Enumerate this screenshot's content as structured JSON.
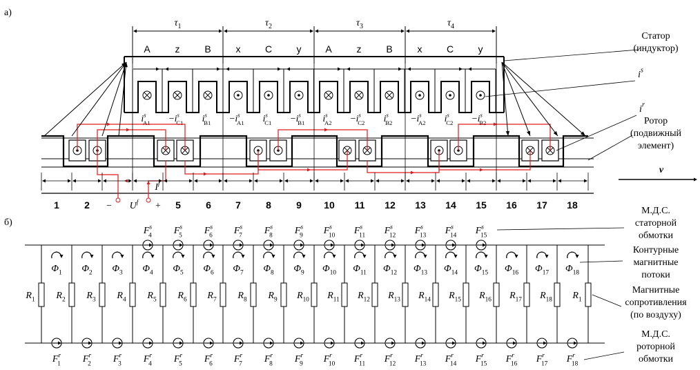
{
  "panel_labels": {
    "a": "а)",
    "b": "б)"
  },
  "pole_pitches": [
    "τ1",
    "τ2",
    "τ3",
    "τ4"
  ],
  "phase_labels": [
    "A",
    "z",
    "B",
    "x",
    "C",
    "y",
    "A",
    "z",
    "B",
    "x",
    "C",
    "y"
  ],
  "slot_symbols_stator": [
    "⊗",
    "⊗",
    "⊗",
    "⊙",
    "⊙",
    "⊙",
    "⊗",
    "⊗",
    "⊗",
    "⊙",
    "⊙",
    "⊙"
  ],
  "stator_currents": [
    {
      "sign": "",
      "letter": "i",
      "sup": "s",
      "sub": "A1"
    },
    {
      "sign": "−",
      "letter": "i",
      "sup": "s",
      "sub": "C1"
    },
    {
      "sign": "",
      "letter": "i",
      "sup": "s",
      "sub": "B1"
    },
    {
      "sign": "−",
      "letter": "i",
      "sup": "s",
      "sub": "A1"
    },
    {
      "sign": "",
      "letter": "i",
      "sup": "s",
      "sub": "C1"
    },
    {
      "sign": "−",
      "letter": "i",
      "sup": "s",
      "sub": "B1"
    },
    {
      "sign": "",
      "letter": "i",
      "sup": "s",
      "sub": "A2"
    },
    {
      "sign": "−",
      "letter": "i",
      "sup": "s",
      "sub": "C2"
    },
    {
      "sign": "",
      "letter": "i",
      "sup": "s",
      "sub": "B2"
    },
    {
      "sign": "−",
      "letter": "i",
      "sup": "s",
      "sub": "A2"
    },
    {
      "sign": "",
      "letter": "i",
      "sup": "s",
      "sub": "C2"
    },
    {
      "sign": "−",
      "letter": "i",
      "sup": "s",
      "sub": "B2"
    }
  ],
  "rotor_slot_symbols": [
    "⊙",
    "⊙",
    "⊗",
    "⊗",
    "⊙",
    "⊙",
    "⊗",
    "⊗",
    "⊙",
    "⊙",
    "⊗",
    "⊗"
  ],
  "zone_numbers": [
    "1",
    "2",
    "5",
    "6",
    "7",
    "8",
    "9",
    "10",
    "11",
    "12",
    "13",
    "14",
    "15",
    "16",
    "17",
    "18"
  ],
  "excitation": {
    "minus": "−",
    "plus": "+",
    "voltage": "U",
    "voltage_sup": "f",
    "current": "I",
    "current_sup": "f"
  },
  "velocity": "v",
  "labels_right": {
    "stator": [
      "Статор",
      "(индуктор)"
    ],
    "is": {
      "letter": "i",
      "sup": "s"
    },
    "ir": {
      "letter": "i",
      "sup": "r"
    },
    "rotor": [
      "Ротор",
      "(подвижный",
      "элемент)"
    ],
    "mmf_stator": [
      "М.Д.С.",
      "статорной",
      "обмотки"
    ],
    "loop_flux": [
      "Контурные",
      "магнитные",
      "потоки"
    ],
    "reluct": [
      "Магнитные",
      "сопротивления",
      "(по воздуху)"
    ],
    "mmf_rotor": [
      "М.Д.С.",
      "роторной",
      "обмотки"
    ]
  },
  "circuit": {
    "fs_sources": [
      {
        "letter": "F",
        "sup": "s",
        "sub": "4"
      },
      {
        "letter": "F",
        "sup": "s",
        "sub": "5"
      },
      {
        "letter": "F",
        "sup": "s",
        "sub": "6"
      },
      {
        "letter": "F",
        "sup": "s",
        "sub": "7"
      },
      {
        "letter": "F",
        "sup": "s",
        "sub": "8"
      },
      {
        "letter": "F",
        "sup": "s",
        "sub": "9"
      },
      {
        "letter": "F",
        "sup": "s",
        "sub": "10"
      },
      {
        "letter": "F",
        "sup": "s",
        "sub": "11"
      },
      {
        "letter": "F",
        "sup": "s",
        "sub": "12"
      },
      {
        "letter": "F",
        "sup": "s",
        "sub": "13"
      },
      {
        "letter": "F",
        "sup": "s",
        "sub": "14"
      },
      {
        "letter": "F",
        "sup": "s",
        "sub": "15"
      }
    ],
    "fluxes": [
      {
        "letter": "Φ",
        "sub": "1"
      },
      {
        "letter": "Φ",
        "sub": "2"
      },
      {
        "letter": "Φ",
        "sub": "3"
      },
      {
        "letter": "Φ",
        "sub": "4"
      },
      {
        "letter": "Φ",
        "sub": "5"
      },
      {
        "letter": "Φ",
        "sub": "6"
      },
      {
        "letter": "Φ",
        "sub": "7"
      },
      {
        "letter": "Φ",
        "sub": "8"
      },
      {
        "letter": "Φ",
        "sub": "9"
      },
      {
        "letter": "Φ",
        "sub": "10"
      },
      {
        "letter": "Φ",
        "sub": "11"
      },
      {
        "letter": "Φ",
        "sub": "12"
      },
      {
        "letter": "Φ",
        "sub": "13"
      },
      {
        "letter": "Φ",
        "sub": "14"
      },
      {
        "letter": "Φ",
        "sub": "15"
      },
      {
        "letter": "Φ",
        "sub": "16"
      },
      {
        "letter": "Φ",
        "sub": "17"
      },
      {
        "letter": "Φ",
        "sub": "18"
      }
    ],
    "resistors": [
      {
        "letter": "R",
        "sub": "1"
      },
      {
        "letter": "R",
        "sub": "2"
      },
      {
        "letter": "R",
        "sub": "3"
      },
      {
        "letter": "R",
        "sub": "4"
      },
      {
        "letter": "R",
        "sub": "5"
      },
      {
        "letter": "R",
        "sub": "6"
      },
      {
        "letter": "R",
        "sub": "7"
      },
      {
        "letter": "R",
        "sub": "8"
      },
      {
        "letter": "R",
        "sub": "9"
      },
      {
        "letter": "R",
        "sub": "10"
      },
      {
        "letter": "R",
        "sub": "11"
      },
      {
        "letter": "R",
        "sub": "12"
      },
      {
        "letter": "R",
        "sub": "13"
      },
      {
        "letter": "R",
        "sub": "14"
      },
      {
        "letter": "R",
        "sub": "15"
      },
      {
        "letter": "R",
        "sub": "16"
      },
      {
        "letter": "R",
        "sub": "17"
      },
      {
        "letter": "R",
        "sub": "18"
      },
      {
        "letter": "R",
        "sub": "1"
      }
    ],
    "fr_sources": [
      {
        "letter": "F",
        "sup": "r",
        "sub": "1"
      },
      {
        "letter": "F",
        "sup": "r",
        "sub": "2"
      },
      {
        "letter": "F",
        "sup": "r",
        "sub": "3"
      },
      {
        "letter": "F",
        "sup": "r",
        "sub": "4"
      },
      {
        "letter": "F",
        "sup": "r",
        "sub": "5"
      },
      {
        "letter": "F",
        "sup": "r",
        "sub": "6"
      },
      {
        "letter": "F",
        "sup": "r",
        "sub": "7"
      },
      {
        "letter": "F",
        "sup": "r",
        "sub": "8"
      },
      {
        "letter": "F",
        "sup": "r",
        "sub": "9"
      },
      {
        "letter": "F",
        "sup": "r",
        "sub": "10"
      },
      {
        "letter": "F",
        "sup": "r",
        "sub": "11"
      },
      {
        "letter": "F",
        "sup": "r",
        "sub": "12"
      },
      {
        "letter": "F",
        "sup": "r",
        "sub": "13"
      },
      {
        "letter": "F",
        "sup": "r",
        "sub": "14"
      },
      {
        "letter": "F",
        "sup": "r",
        "sub": "15"
      },
      {
        "letter": "F",
        "sup": "r",
        "sub": "16"
      },
      {
        "letter": "F",
        "sup": "r",
        "sub": "17"
      },
      {
        "letter": "F",
        "sup": "r",
        "sub": "18"
      }
    ]
  },
  "colors": {
    "line": "#000000",
    "field_current": "#e01a1a"
  }
}
